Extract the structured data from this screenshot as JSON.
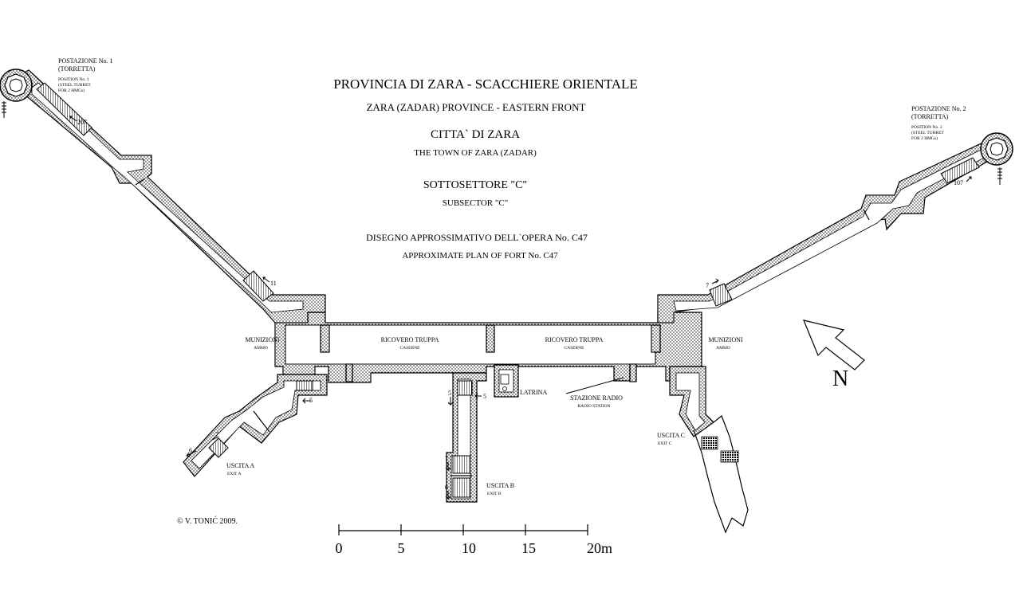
{
  "titles": {
    "it_main": "PROVINCIA DI ZARA - SCACCHIERE ORIENTALE",
    "en_main": "ZARA (ZADAR) PROVINCE - EASTERN FRONT",
    "it_city": "CITTA` DI ZARA",
    "en_city": "THE TOWN OF ZARA (ZADAR)",
    "it_sub": "SOTTOSETTORE \"C\"",
    "en_sub": "SUBSECTOR \"C\"",
    "it_plan": "DISEGNO APPROSSIMATIVO DELL`OPERA No. C47",
    "en_plan": "APPROXIMATE PLAN OF  FORT No. C47"
  },
  "positions": {
    "p1_it_1": "POSTAZIONE No. 1",
    "p1_it_2": "(TORRETTA)",
    "p1_en_1": "POSITION No. 1",
    "p1_en_2": "(STEEL TURRET",
    "p1_en_3": "FOR 2 HMGs)",
    "p2_it_1": "POSTAZIONE No. 2",
    "p2_it_2": "(TORRETTA)",
    "p2_en_1": "POSITION No. 2",
    "p2_en_2": "(STEEL TURRET",
    "p2_en_3": "FOR 2 HMGs)"
  },
  "rooms": {
    "muni_left": "MUNIZIONI",
    "ammo_left": "AMMO",
    "barracks1_it": "RICOVERO TRUPPA",
    "barracks1_en": "CASERNE",
    "barracks2_it": "RICOVERO TRUPPA",
    "barracks2_en": "CASERNE",
    "muni_right": "MUNIZIONI",
    "ammo_right": "AMMO",
    "latrine": "LATRINA",
    "radio_it": "STAZIONE RADIO",
    "radio_en": "RADIO STATION"
  },
  "exits": {
    "a_it": "USCITA A",
    "a_en": "EXIT A",
    "b_it": "USCITA B",
    "b_en": "EXIT B",
    "c_it": "USCITA C",
    "c_en": "EXIT C"
  },
  "steps": {
    "s207": "207",
    "s11": "11",
    "s7r": "7",
    "s107": "107",
    "s5a": "5",
    "s7a": "7",
    "s6a": "6",
    "s5b1": "5",
    "s5b2": "5",
    "s7b": "7",
    "s6b": "6"
  },
  "north": "N",
  "copyright": "© V. TONIĆ 2009.",
  "scale": {
    "ticks": [
      "0",
      "5",
      "10",
      "15",
      "20m"
    ]
  }
}
